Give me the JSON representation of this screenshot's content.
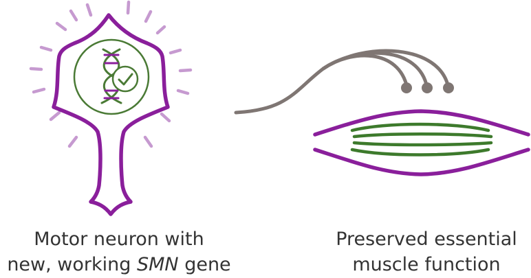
{
  "colors": {
    "neuron": "#8a1f9b",
    "rays": "#c69ad0",
    "dna_green": "#4a7a35",
    "dna_purple": "#8a1f9b",
    "muscle_outline": "#8a1f9b",
    "muscle_fibers": "#3d7a2c",
    "axon": "#7f7673",
    "text": "#333333"
  },
  "captions": {
    "left": {
      "line1": "Motor neuron with",
      "line2_prefix": "new, working ",
      "line2_gene": "SMN",
      "line2_suffix": " gene"
    },
    "right": {
      "line1": "Preserved essential",
      "line2": "muscle function"
    }
  },
  "icons": {
    "neuron": "motor-neuron-icon",
    "dna": "dna-helix-icon",
    "check": "checkmark-icon",
    "muscle": "muscle-fiber-icon"
  }
}
